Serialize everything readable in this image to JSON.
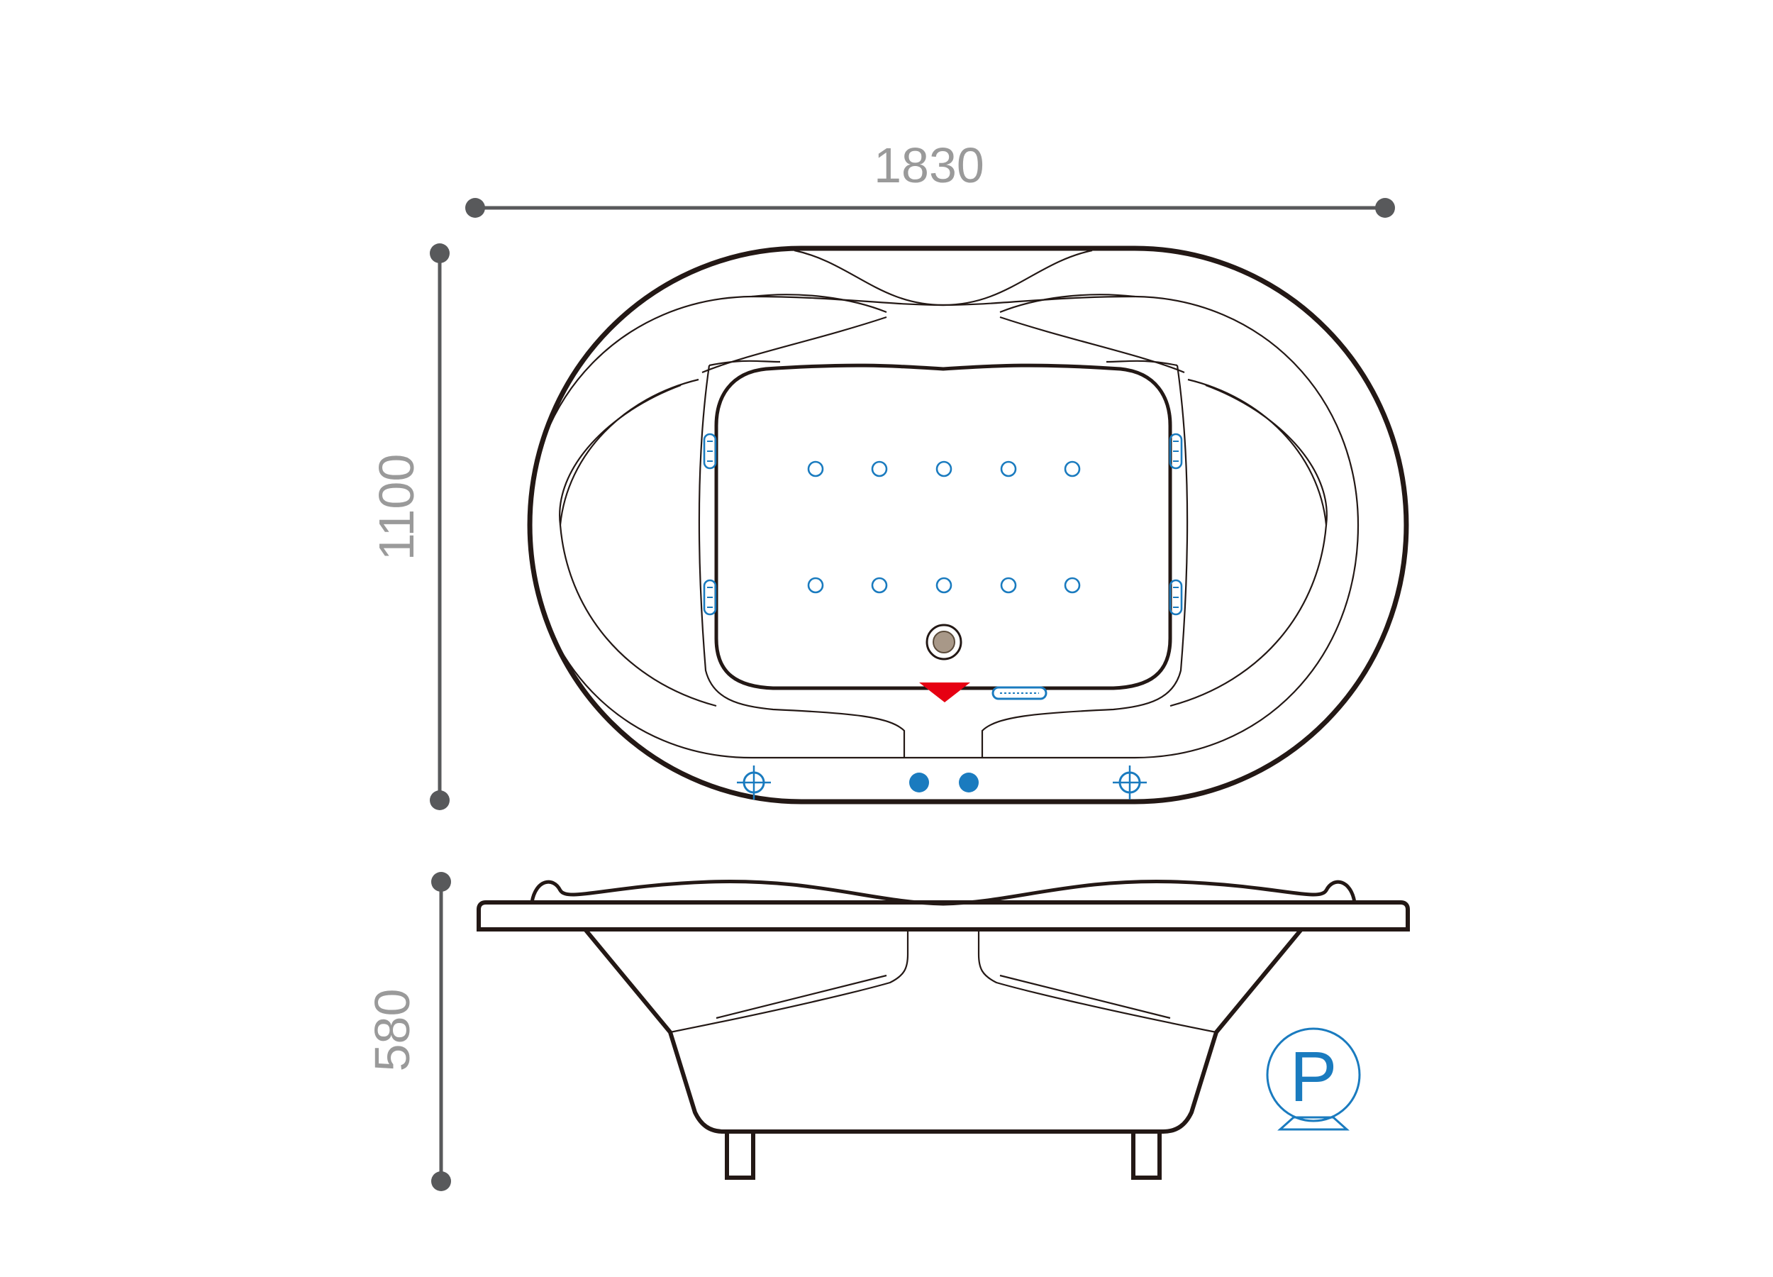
{
  "dimensions": {
    "length": "1830",
    "width": "1100",
    "height": "580"
  },
  "symbols": {
    "pump_letter": "P"
  },
  "icons": {
    "pump": "pump-symbol-icon",
    "jets": "air-jet-icon",
    "drain": "drain-icon",
    "overflow": "overflow-marker-icon",
    "faucet": "faucet-hole-icon",
    "mount": "mounting-crosshair-icon"
  },
  "colors": {
    "outline": "#231815",
    "dimension": "#58595b",
    "dimension_text": "#9a9a9a",
    "jets": "#1a7bbf",
    "overflow": "#e60012",
    "drain": "#a89888"
  }
}
